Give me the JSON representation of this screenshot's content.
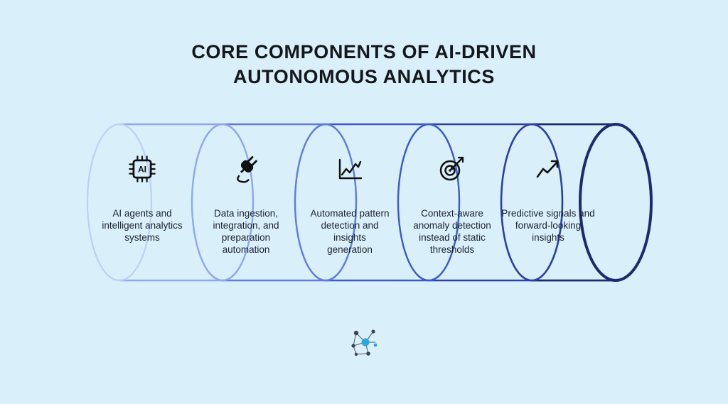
{
  "title": {
    "lines": [
      "CORE COMPONENTS OF AI-DRIVEN",
      "AUTONOMOUS ANALYTICS"
    ]
  },
  "segments": [
    {
      "icon": "ai-chip-icon",
      "label": "AI agents and intelligent analytics systems"
    },
    {
      "icon": "plug-icon",
      "label": "Data ingestion, integration, and preparation automation"
    },
    {
      "icon": "chart-line-icon",
      "label": "Automated pattern detection and insights generation"
    },
    {
      "icon": "target-arrow-icon",
      "label": "Context-aware anomaly detection instead of static thresholds"
    },
    {
      "icon": "trend-arrow-icon",
      "label": "Predictive signals and forward-looking insights"
    }
  ],
  "colors": {
    "background": "#d9eff9",
    "title_text": "#15171d",
    "label_text": "#1c232e",
    "icon_ink": "#111111",
    "cylinder": {
      "e1": "#bdd0f6",
      "e2": "#8ea7ee",
      "e3": "#5f7be0",
      "e4": "#3a58cf",
      "e5": "#2b3fa6",
      "cap": "#1d2a6e"
    },
    "logo_blue": "#2aa7dd",
    "logo_dark": "#3d4450"
  }
}
